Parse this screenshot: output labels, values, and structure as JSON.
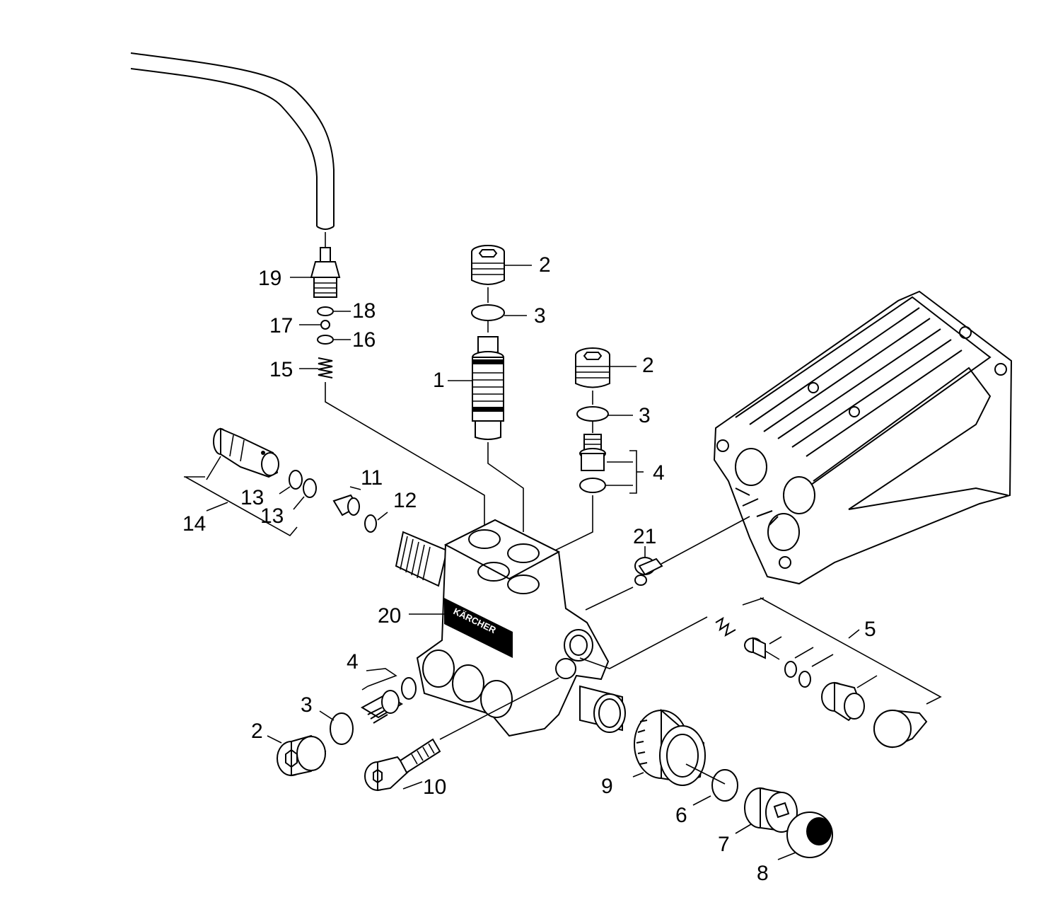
{
  "diagram": {
    "type": "exploded-parts-diagram",
    "brand_mark": "KÄRCHER",
    "labels": {
      "p1": "1",
      "p2a": "2",
      "p2b": "2",
      "p2c": "2",
      "p3a": "3",
      "p3b": "3",
      "p3c": "3",
      "p4a": "4",
      "p4b": "4",
      "p5": "5",
      "p6": "6",
      "p7": "7",
      "p8": "8",
      "p9": "9",
      "p10": "10",
      "p11": "11",
      "p12": "12",
      "p13a": "13",
      "p13b": "13",
      "p14": "14",
      "p15": "15",
      "p16": "16",
      "p17": "17",
      "p18": "18",
      "p19": "19",
      "p20": "20",
      "p21": "21"
    }
  }
}
